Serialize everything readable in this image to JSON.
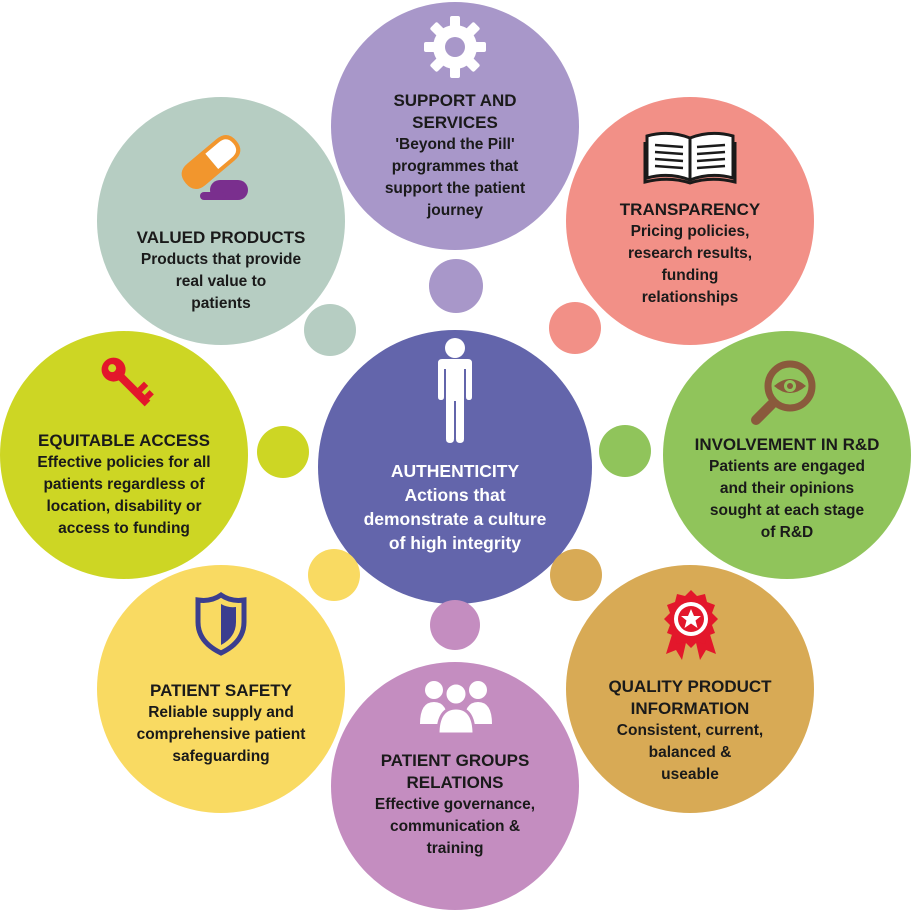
{
  "colors": {
    "center": "#6365ab",
    "support": "#a897c9",
    "transparency": "#f29087",
    "involvement": "#90c45b",
    "quality": "#d8aa55",
    "groups": "#c48dc0",
    "safety": "#f9da62",
    "access": "#cdd624",
    "valued": "#b6cdc2"
  },
  "center": {
    "title": "AUTHENTICITY",
    "lines": [
      "Actions that",
      "demonstrate a culture",
      "of high integrity"
    ],
    "icon": "person-icon"
  },
  "nodes": {
    "support": {
      "title_lines": [
        "SUPPORT AND",
        "SERVICES"
      ],
      "lines": [
        "'Beyond the Pill'",
        "programmes that",
        "support the patient",
        "journey"
      ],
      "icon": "gear-icon"
    },
    "transparency": {
      "title_lines": [
        "TRANSPARENCY"
      ],
      "lines": [
        "Pricing policies,",
        "research results,",
        "funding",
        "relationships"
      ],
      "icon": "open-book-icon"
    },
    "involvement": {
      "title_lines": [
        "INVOLVEMENT IN R&D"
      ],
      "lines": [
        "Patients are engaged",
        "and their opinions",
        "sought at each stage",
        "of R&D"
      ],
      "icon": "magnifier-eye-icon"
    },
    "quality": {
      "title_lines": [
        "QUALITY PRODUCT",
        "INFORMATION"
      ],
      "lines": [
        "Consistent, current,",
        "balanced &",
        "useable"
      ],
      "icon": "award-ribbon-icon"
    },
    "groups": {
      "title_lines": [
        "PATIENT GROUPS",
        "RELATIONS"
      ],
      "lines": [
        "Effective governance,",
        "communication &",
        "training"
      ],
      "icon": "people-group-icon"
    },
    "safety": {
      "title_lines": [
        "PATIENT SAFETY"
      ],
      "lines": [
        "Reliable supply and",
        "comprehensive patient",
        "safeguarding"
      ],
      "icon": "shield-icon"
    },
    "access": {
      "title_lines": [
        "EQUITABLE ACCESS"
      ],
      "lines": [
        "Effective policies for all",
        "patients regardless of",
        "location, disability or",
        "access to funding"
      ],
      "icon": "key-icon"
    },
    "valued": {
      "title_lines": [
        "VALUED PRODUCTS"
      ],
      "lines": [
        "Products that provide",
        "real value to",
        "patients"
      ],
      "icon": "pill-capsule-icon"
    }
  }
}
